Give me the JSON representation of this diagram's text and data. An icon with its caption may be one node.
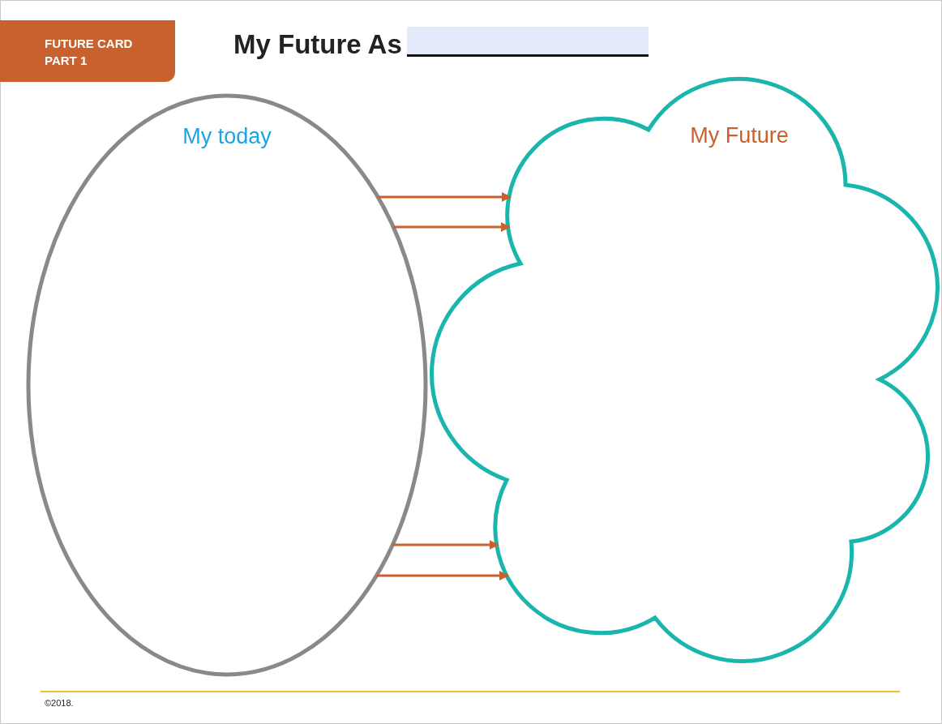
{
  "diagram": {
    "title": "My Future As",
    "nodes": [
      {
        "text": [
          "FUTURE CARD PART 1"
        ]
      },
      {
        "text": [
          "My today"
        ]
      },
      {
        "text": [
          "My Future"
        ]
      }
    ],
    "edges": [
      {
        "from": 1,
        "to": 2,
        "arrow": "to"
      },
      {
        "from": 1,
        "to": 2,
        "arrow": "to"
      },
      {
        "from": 1,
        "to": 2,
        "arrow": "to"
      },
      {
        "from": 1,
        "to": 2,
        "arrow": "to"
      }
    ],
    "labels": [
      "©2018."
    ]
  }
}
